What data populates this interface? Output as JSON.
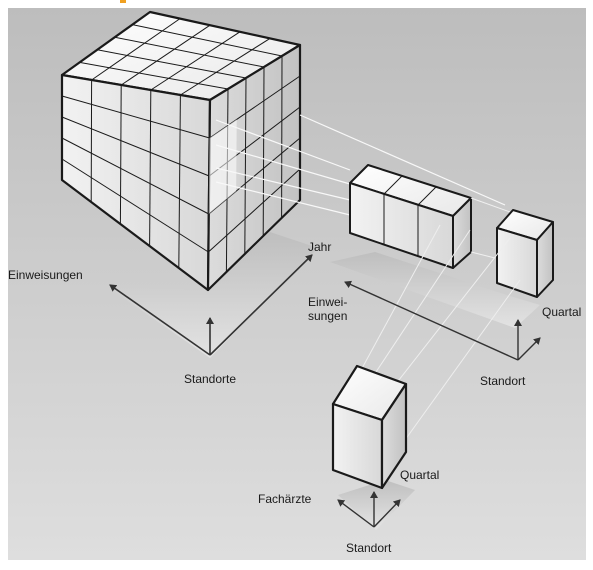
{
  "colors": {
    "background": "#c8c8c8",
    "cube_top": "#f4f4f4",
    "cube_front": "#e2e2e2",
    "cube_side": "#cfcfcf",
    "edge": "#1a1a1a",
    "accent_mark": "#f0a020"
  },
  "diagram": {
    "main_cube": {
      "axis_left": "Einweisungen",
      "axis_right": "Jahr",
      "axis_bottom": "Standorte"
    },
    "slice_1": {
      "axis_left": "Einwei-\nsungen",
      "axis_right": "Quartal",
      "axis_bottom": "Standort"
    },
    "slice_2": {
      "axis_left": "Fachärzte",
      "axis_right": "Quartal",
      "axis_bottom": "Standort"
    }
  }
}
